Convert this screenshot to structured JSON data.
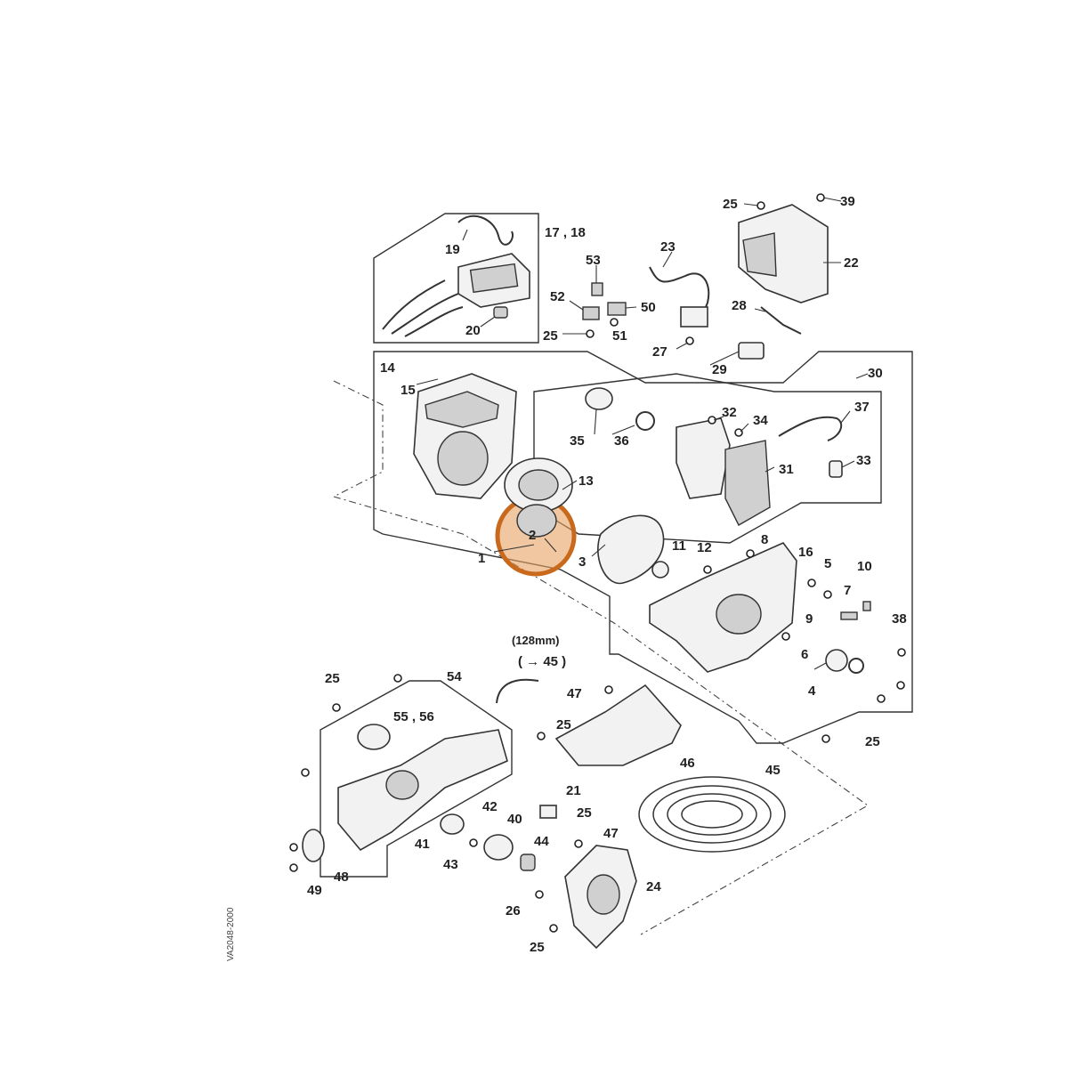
{
  "diagram": {
    "labels": {
      "p1": "1",
      "p2": "2",
      "p3": "3",
      "p4": "4",
      "p5": "5",
      "p6": "6",
      "p7": "7",
      "p8": "8",
      "p9": "9",
      "p10": "10",
      "p11": "11",
      "p12": "12",
      "p13": "13",
      "p14": "14",
      "p15": "15",
      "p16": "16",
      "p17_18": "17 , 18",
      "p19": "19",
      "p20": "20",
      "p21": "21",
      "p22": "22",
      "p23": "23",
      "p24": "24",
      "p25": "25",
      "p26": "26",
      "p27": "27",
      "p28": "28",
      "p29": "29",
      "p30": "30",
      "p31": "31",
      "p32": "32",
      "p33": "33",
      "p34": "34",
      "p35": "35",
      "p36": "36",
      "p37": "37",
      "p38": "38",
      "p39": "39",
      "p40": "40",
      "p41": "41",
      "p42": "42",
      "p43": "43",
      "p44": "44",
      "p45": "45",
      "p46": "46",
      "p47": "47",
      "p48": "48",
      "p49": "49",
      "p50": "50",
      "p51": "51",
      "p52": "52",
      "p53": "53",
      "p54": "54",
      "p55_56": "55 , 56"
    },
    "length_note": "(128mm)",
    "arrow_ref": "( → 45 )",
    "image_ref": "VA2048-2000",
    "highlight": {
      "target": "2",
      "color": "#c8691c",
      "fill": "#e8a262"
    }
  }
}
